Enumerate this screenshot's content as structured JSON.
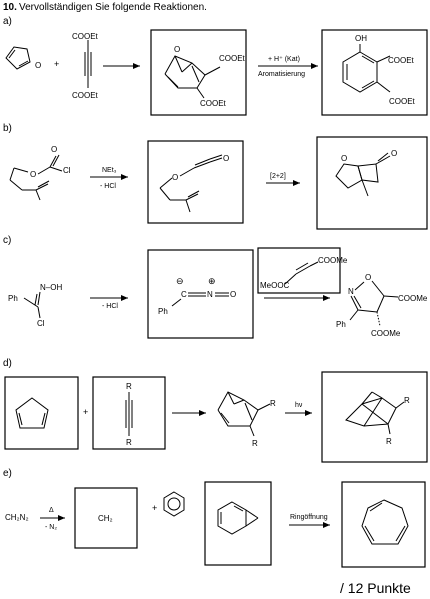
{
  "header": {
    "number": "10.",
    "title": "Vervollständigen Sie folgende Reaktionen."
  },
  "sections": {
    "a": {
      "label": "a)",
      "plus": "+",
      "reagent_top": "COOEt",
      "reagent_bottom": "COOEt",
      "product_top": "COOEt",
      "product_bottom": "COOEt",
      "arrow_top": "+ H⁺ (Kat)",
      "arrow_bottom": "Aromatisierung",
      "final_oh": "OH",
      "final_top": "COOEt",
      "final_bottom": "COOEt"
    },
    "b": {
      "label": "b)",
      "reactant_o": "O",
      "reactant_cl": "Cl",
      "reactant_o2": "O",
      "arrow_top": "NEt₃",
      "arrow_bottom": "- HCl",
      "ketene_o": "O",
      "ketene_o2": "O",
      "arrow2_top": "[2+2]",
      "product_o": "O",
      "product_o2": "O"
    },
    "c": {
      "label": "c)",
      "reactant_noh": "N–OH",
      "reactant_ph": "Ph",
      "reactant_cl": "Cl",
      "arrow_bottom": "- HCl",
      "minus": "⊖",
      "plus": "⊕",
      "inter_c": "C",
      "inter_n": "N",
      "inter_o": "O",
      "inter_ph": "Ph",
      "dipo_top": "COOMe",
      "dipo_left": "MeOOC",
      "prod_n": "N",
      "prod_o": "O",
      "prod_right": "COOMe",
      "prod_ph": "Ph",
      "prod_bottom": "COOMe"
    },
    "d": {
      "label": "d)",
      "plus": "+",
      "alkyne_r_top": "R",
      "alkyne_r_bottom": "R",
      "prod_r1": "R",
      "prod_r2": "R",
      "arrow_top": "hν",
      "final_r1": "R",
      "final_r2": "R"
    },
    "e": {
      "label": "e)",
      "reactant": "CH₂N₂",
      "arrow_top": "Δ",
      "arrow_bottom": "- N₂",
      "carbene": "CH₂",
      "plus": "+",
      "arrow2_top": "Ringöffnung"
    }
  },
  "footer": {
    "points": "/ 12 Punkte"
  }
}
